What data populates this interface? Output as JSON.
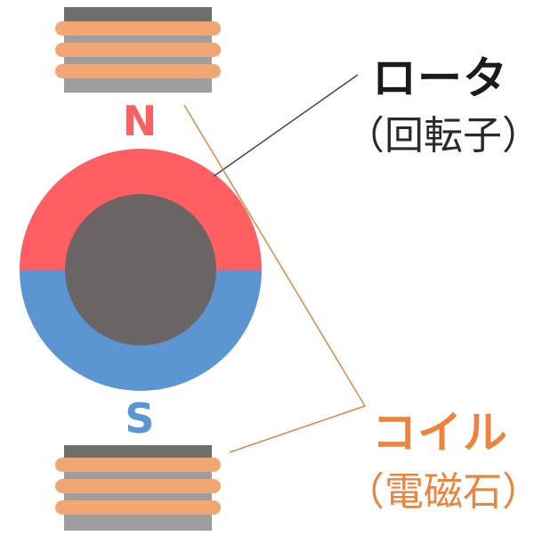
{
  "labels": {
    "north": "N",
    "south": "S",
    "rotor_title": "ロータ",
    "rotor_sub": "（回転子）",
    "coil_title": "コイル",
    "coil_sub": "（電磁石）"
  },
  "colors": {
    "north_pole": "#ff5f63",
    "south_pole": "#5b96d2",
    "shaft": "#6b6464",
    "coil_wire": "#f2a673",
    "coil_core": "#9e9e9e",
    "coil_core_top": "#6e6e6e",
    "rotor_leader": "#3c4a5c",
    "coil_leader": "#d38a4a",
    "coil_text": "#ec843e"
  }
}
